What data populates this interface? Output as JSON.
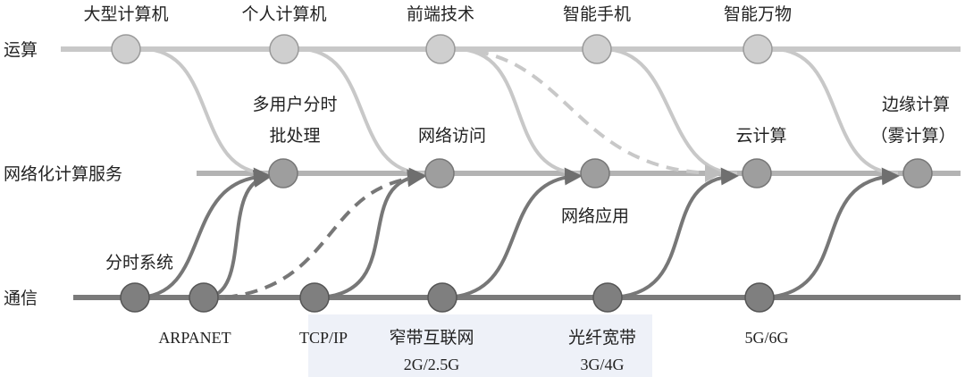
{
  "rows": {
    "compute": "运算",
    "network": "网络化计算服务",
    "comm": "通信"
  },
  "compute_nodes": [
    "大型计算机",
    "个人计算机",
    "前端技术",
    "智能手机",
    "智能万物"
  ],
  "network_nodes": {
    "multi_user": [
      "多用户分时",
      "批处理"
    ],
    "web_access": "网络访问",
    "web_apps": "网络应用",
    "cloud": "云计算",
    "edge": [
      "边缘计算",
      "（雾计算）"
    ]
  },
  "comm_nodes": {
    "timeshare": "分时系统",
    "arpanet": "ARPANET",
    "tcpip": "TCP/IP",
    "narrowband": [
      "窄带互联网",
      "2G/2.5G"
    ],
    "fiber": [
      "光纤宽带",
      "3G/4G"
    ],
    "g5": "5G/6G"
  },
  "colors": {
    "compute_line": "#c8c8c8",
    "compute_node": "#cfcfcf",
    "network_line": "#b3b3b3",
    "network_node": "#9e9e9e",
    "comm_line": "#7a7a7a",
    "comm_node": "#7f7f7f",
    "down_curve": "#c8c8c8",
    "up_curve": "#777777",
    "band": "#eef1f8"
  }
}
